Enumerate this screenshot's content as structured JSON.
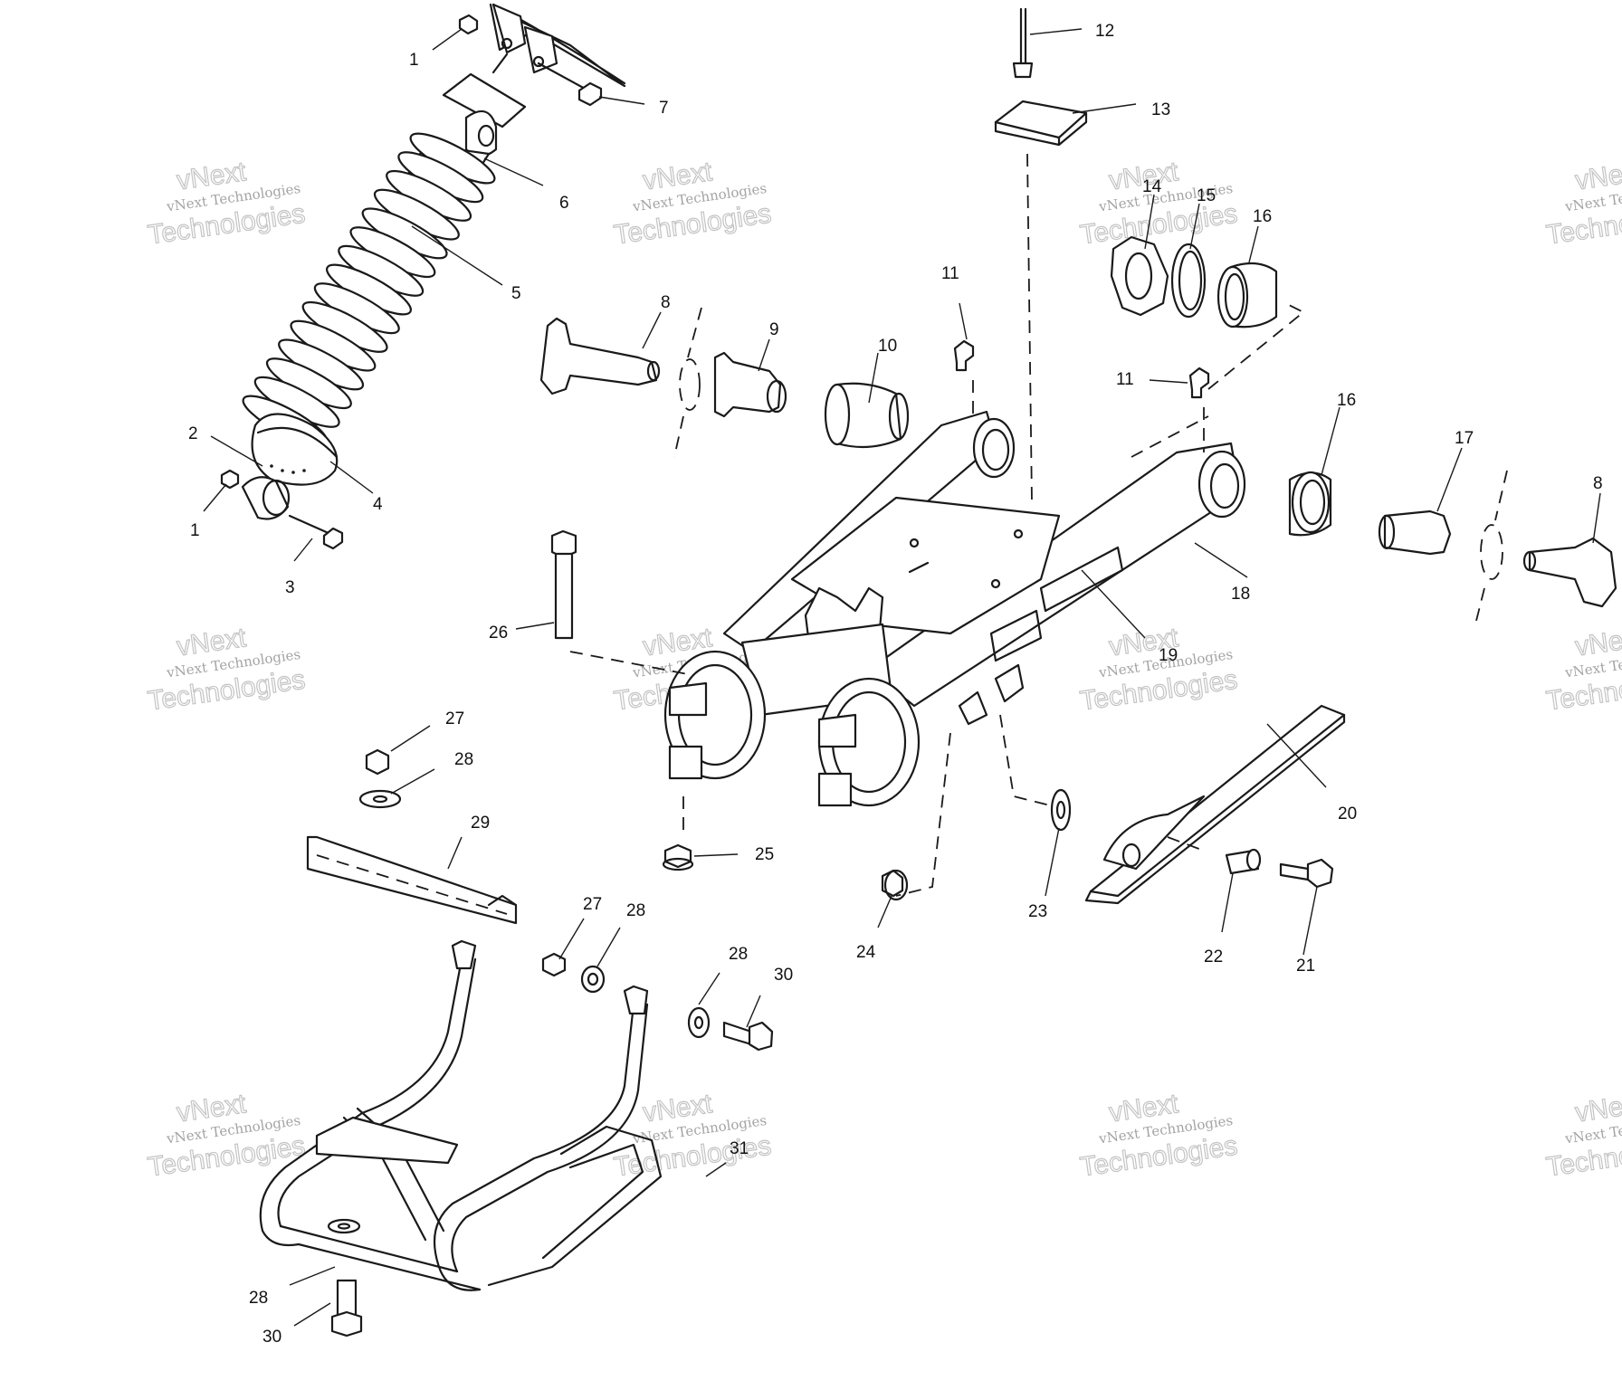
{
  "watermark": {
    "line1": "vNext",
    "line2": "vNext Technologies",
    "line3": "Technologies"
  },
  "callouts": [
    {
      "id": "c1a",
      "text": "1"
    },
    {
      "id": "c7",
      "text": "7"
    },
    {
      "id": "c6",
      "text": "6"
    },
    {
      "id": "c5",
      "text": "5"
    },
    {
      "id": "c2",
      "text": "2"
    },
    {
      "id": "c1b",
      "text": "1"
    },
    {
      "id": "c4",
      "text": "4"
    },
    {
      "id": "c3",
      "text": "3"
    },
    {
      "id": "c12",
      "text": "12"
    },
    {
      "id": "c13",
      "text": "13"
    },
    {
      "id": "c14",
      "text": "14"
    },
    {
      "id": "c15",
      "text": "15"
    },
    {
      "id": "c16a",
      "text": "16"
    },
    {
      "id": "c11a",
      "text": "11"
    },
    {
      "id": "c8a",
      "text": "8"
    },
    {
      "id": "c9",
      "text": "9"
    },
    {
      "id": "c10",
      "text": "10"
    },
    {
      "id": "c11b",
      "text": "11"
    },
    {
      "id": "c16b",
      "text": "16"
    },
    {
      "id": "c17",
      "text": "17"
    },
    {
      "id": "c8b",
      "text": "8"
    },
    {
      "id": "c18",
      "text": "18"
    },
    {
      "id": "c19",
      "text": "19"
    },
    {
      "id": "c26",
      "text": "26"
    },
    {
      "id": "c27a",
      "text": "27"
    },
    {
      "id": "c28a",
      "text": "28"
    },
    {
      "id": "c29",
      "text": "29"
    },
    {
      "id": "c25",
      "text": "25"
    },
    {
      "id": "c20",
      "text": "20"
    },
    {
      "id": "c23",
      "text": "23"
    },
    {
      "id": "c24",
      "text": "24"
    },
    {
      "id": "c22",
      "text": "22"
    },
    {
      "id": "c21",
      "text": "21"
    },
    {
      "id": "c27b",
      "text": "27"
    },
    {
      "id": "c28b",
      "text": "28"
    },
    {
      "id": "c28c",
      "text": "28"
    },
    {
      "id": "c30a",
      "text": "30"
    },
    {
      "id": "c31",
      "text": "31"
    },
    {
      "id": "c28d",
      "text": "28"
    },
    {
      "id": "c30b",
      "text": "30"
    }
  ]
}
